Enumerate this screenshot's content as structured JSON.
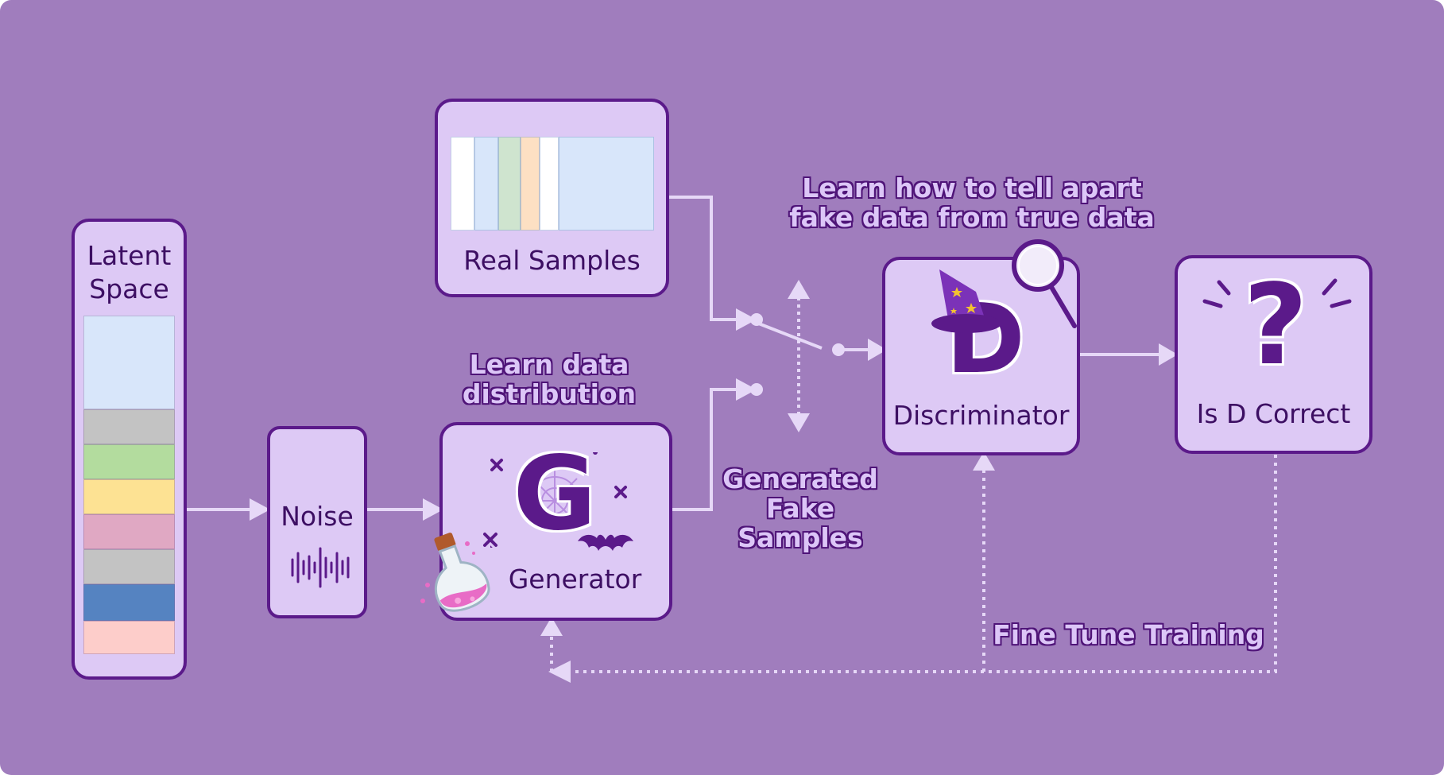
{
  "latent_space": {
    "title": "Latent Space",
    "bands": [
      "#d8e6fa",
      "#c3c3c3",
      "#b3dc9e",
      "#fde293",
      "#e0a8c3",
      "#c3c3c3",
      "#5583c1",
      "#fdcdca"
    ]
  },
  "noise": {
    "label": "Noise"
  },
  "real_samples": {
    "label": "Real Samples",
    "strips": [
      "#ffffff",
      "#d8e6fa",
      "#cfe4cf",
      "#fde0c3",
      "#ffffff",
      "#d8e6fa"
    ]
  },
  "generator": {
    "label": "Generator",
    "letter": "G"
  },
  "discriminator": {
    "label": "Discriminator",
    "letter": "D"
  },
  "is_d_correct": {
    "label": "Is D Correct",
    "symbol": "?"
  },
  "captions": {
    "learn_distribution": [
      "Learn data",
      "distribution"
    ],
    "generated_fake": [
      "Generated",
      "Fake",
      "Samples"
    ],
    "learn_tell_apart": [
      "Learn how to tell apart",
      "fake data from true data"
    ],
    "fine_tune": "Fine Tune Training"
  },
  "colors": {
    "background": "#a07dbd",
    "box_fill": "#ddc9f5",
    "box_border": "#5b1a8a",
    "connector": "#e6d8f7",
    "potion_liquid": "#e86cc6"
  },
  "icons": [
    "audio-waveform-icon",
    "potion-bottle-icon",
    "bat-icon",
    "spider-web-icon",
    "wizard-hat-icon",
    "magnifier-icon"
  ]
}
